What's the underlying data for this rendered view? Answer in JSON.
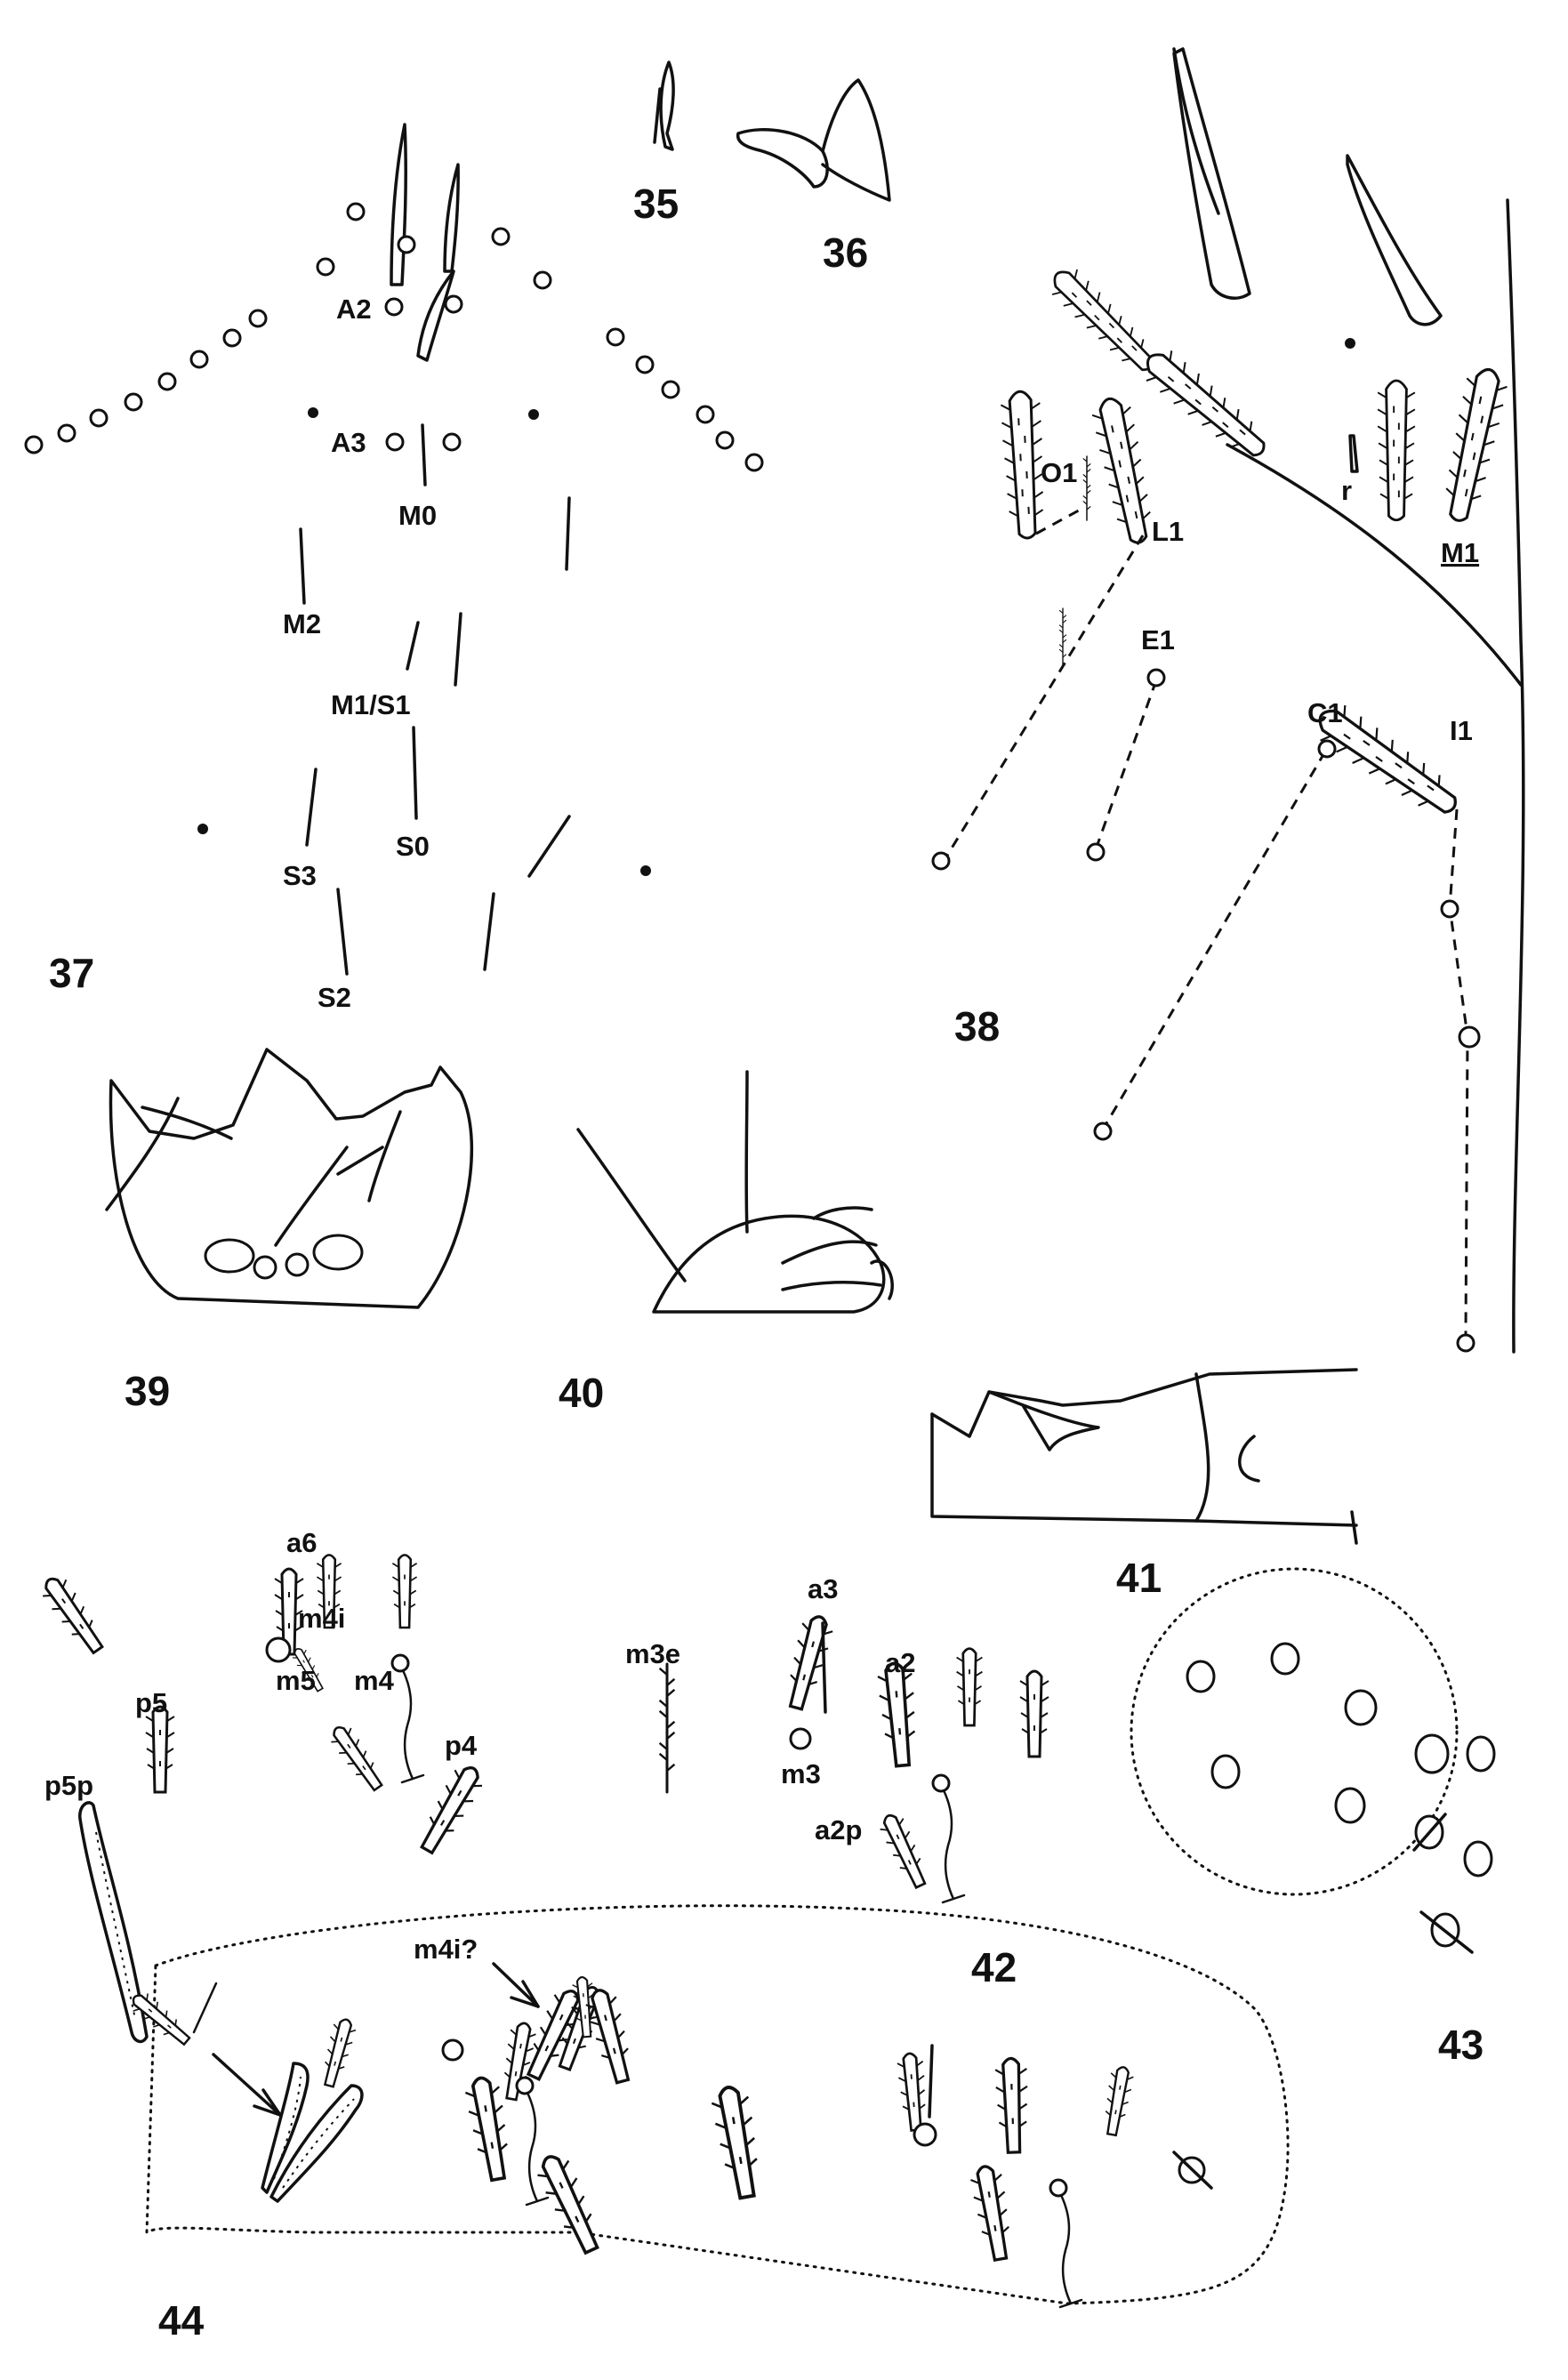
{
  "figure_numbers": {
    "f35": "35",
    "f36": "36",
    "f37": "37",
    "f38": "38",
    "f39": "39",
    "f40": "40",
    "f41": "41",
    "f42": "42",
    "f43": "43",
    "f44": "44"
  },
  "fig37_labels": {
    "A2": "A2",
    "A3": "A3",
    "M0": "M0",
    "M2": "M2",
    "M1S1": "M1/S1",
    "S0": "S0",
    "S3": "S3",
    "S2": "S2"
  },
  "fig38_labels": {
    "O1": "O1",
    "L1": "L1",
    "r": "r",
    "M1": "M1",
    "E1": "E1",
    "C1": "C1",
    "I1": "I1"
  },
  "fig42_labels": {
    "a6": "a6",
    "m4i": "m4i",
    "m5": "m5",
    "m4": "m4",
    "p5": "p5",
    "p4": "p4",
    "p5p": "p5p",
    "m3e": "m3e",
    "a3": "a3",
    "a2": "a2",
    "m3": "m3",
    "a2p": "a2p"
  },
  "fig44_labels": {
    "m4iq": "m4i?"
  }
}
